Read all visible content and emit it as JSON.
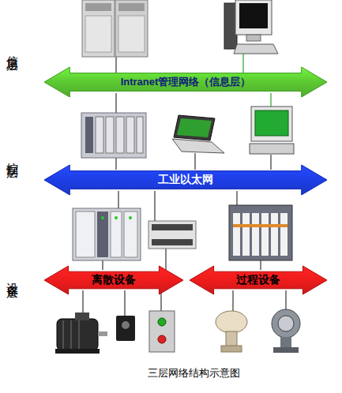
{
  "diagram": {
    "caption": "三层网络结构示意图",
    "nodes": [
      {
        "text": [
          "Intranet管理网络（信息层）"
        ]
      },
      {
        "text": [
          "工业以太网"
        ]
      },
      {
        "text": [
          "离散设备"
        ]
      },
      {
        "text": [
          "过程设备"
        ]
      }
    ],
    "labels": [
      "信息层",
      "控制层",
      "设备层"
    ]
  }
}
